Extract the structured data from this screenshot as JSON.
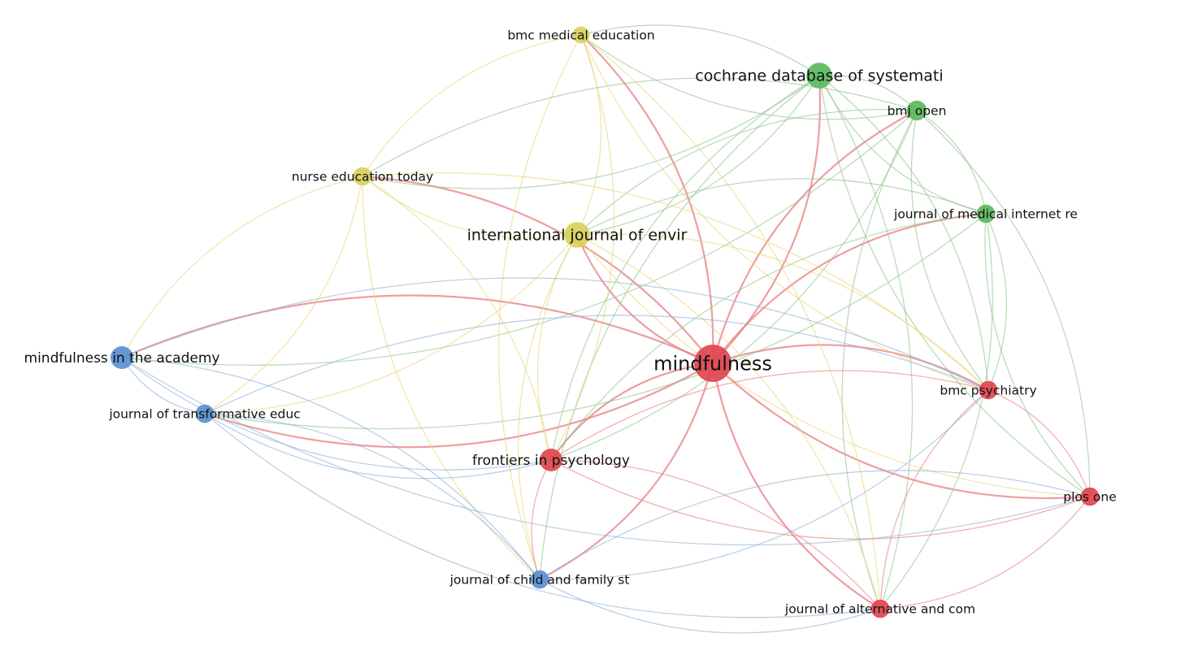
{
  "clusters": {
    "red": {
      "node": "#e0454f",
      "edge": "#e87d82"
    },
    "green": {
      "node": "#5cb85c",
      "edge": "#8cc48a"
    },
    "blue": {
      "node": "#5b8fd1",
      "edge": "#8fb0d6"
    },
    "yellow": {
      "node": "#d8d05a",
      "edge": "#e6d777"
    }
  },
  "nodes": [
    {
      "id": "mindfulness",
      "label": "mindfulness",
      "cluster": "red",
      "weight": 1.0
    },
    {
      "id": "cochrane",
      "label": "cochrane database of systemati",
      "cluster": "green",
      "weight": 0.6
    },
    {
      "id": "intljenv",
      "label": "international journal of envir",
      "cluster": "yellow",
      "weight": 0.6
    },
    {
      "id": "bmcmed",
      "label": "bmc medical education",
      "cluster": "yellow",
      "weight": 0.3
    },
    {
      "id": "bmjopen",
      "label": "bmj open",
      "cluster": "green",
      "weight": 0.4
    },
    {
      "id": "nurseedu",
      "label": "nurse education today",
      "cluster": "yellow",
      "weight": 0.35
    },
    {
      "id": "jmir",
      "label": "journal of medical internet re",
      "cluster": "green",
      "weight": 0.35
    },
    {
      "id": "academy",
      "label": "mindfulness in the academy",
      "cluster": "blue",
      "weight": 0.5
    },
    {
      "id": "transf",
      "label": "journal of transformative educ",
      "cluster": "blue",
      "weight": 0.35
    },
    {
      "id": "frontiers",
      "label": "frontiers in psychology",
      "cluster": "red",
      "weight": 0.5
    },
    {
      "id": "bmcpsy",
      "label": "bmc psychiatry",
      "cluster": "red",
      "weight": 0.35
    },
    {
      "id": "plosone",
      "label": "plos one",
      "cluster": "red",
      "weight": 0.35
    },
    {
      "id": "childfam",
      "label": "journal of child and family st",
      "cluster": "blue",
      "weight": 0.35
    },
    {
      "id": "altcom",
      "label": "journal of alternative and com",
      "cluster": "red",
      "weight": 0.35
    }
  ],
  "edges": [
    [
      "mindfulness",
      "cochrane"
    ],
    [
      "mindfulness",
      "intljenv"
    ],
    [
      "mindfulness",
      "bmcmed"
    ],
    [
      "mindfulness",
      "bmjopen"
    ],
    [
      "mindfulness",
      "nurseedu"
    ],
    [
      "mindfulness",
      "jmir"
    ],
    [
      "mindfulness",
      "academy"
    ],
    [
      "mindfulness",
      "transf"
    ],
    [
      "mindfulness",
      "frontiers"
    ],
    [
      "mindfulness",
      "bmcpsy"
    ],
    [
      "mindfulness",
      "plosone"
    ],
    [
      "mindfulness",
      "childfam"
    ],
    [
      "mindfulness",
      "altcom"
    ],
    [
      "cochrane",
      "bmjopen"
    ],
    [
      "cochrane",
      "jmir"
    ],
    [
      "cochrane",
      "intljenv"
    ],
    [
      "cochrane",
      "bmcmed"
    ],
    [
      "cochrane",
      "nurseedu"
    ],
    [
      "cochrane",
      "frontiers"
    ],
    [
      "cochrane",
      "bmcpsy"
    ],
    [
      "cochrane",
      "plosone"
    ],
    [
      "cochrane",
      "altcom"
    ],
    [
      "cochrane",
      "childfam"
    ],
    [
      "bmjopen",
      "jmir"
    ],
    [
      "bmjopen",
      "intljenv"
    ],
    [
      "bmjopen",
      "bmcmed"
    ],
    [
      "bmjopen",
      "bmcpsy"
    ],
    [
      "bmjopen",
      "plosone"
    ],
    [
      "bmjopen",
      "altcom"
    ],
    [
      "bmjopen",
      "frontiers"
    ],
    [
      "bmjopen",
      "nurseedu"
    ],
    [
      "bmjopen",
      "academy"
    ],
    [
      "jmir",
      "intljenv"
    ],
    [
      "jmir",
      "bmcpsy"
    ],
    [
      "jmir",
      "plosone"
    ],
    [
      "jmir",
      "altcom"
    ],
    [
      "jmir",
      "frontiers"
    ],
    [
      "jmir",
      "transf"
    ],
    [
      "intljenv",
      "bmcmed"
    ],
    [
      "intljenv",
      "nurseedu"
    ],
    [
      "intljenv",
      "frontiers"
    ],
    [
      "intljenv",
      "bmcpsy"
    ],
    [
      "intljenv",
      "plosone"
    ],
    [
      "intljenv",
      "altcom"
    ],
    [
      "intljenv",
      "childfam"
    ],
    [
      "intljenv",
      "transf"
    ],
    [
      "bmcmed",
      "nurseedu"
    ],
    [
      "bmcmed",
      "frontiers"
    ],
    [
      "bmcmed",
      "bmcpsy"
    ],
    [
      "bmcmed",
      "altcom"
    ],
    [
      "bmcmed",
      "childfam"
    ],
    [
      "nurseedu",
      "frontiers"
    ],
    [
      "nurseedu",
      "academy"
    ],
    [
      "nurseedu",
      "transf"
    ],
    [
      "nurseedu",
      "childfam"
    ],
    [
      "nurseedu",
      "bmcpsy"
    ],
    [
      "academy",
      "transf"
    ],
    [
      "academy",
      "childfam"
    ],
    [
      "academy",
      "frontiers"
    ],
    [
      "academy",
      "bmcpsy"
    ],
    [
      "academy",
      "plosone"
    ],
    [
      "transf",
      "childfam"
    ],
    [
      "transf",
      "frontiers"
    ],
    [
      "transf",
      "bmcpsy"
    ],
    [
      "transf",
      "altcom"
    ],
    [
      "frontiers",
      "bmcpsy"
    ],
    [
      "frontiers",
      "plosone"
    ],
    [
      "frontiers",
      "altcom"
    ],
    [
      "frontiers",
      "childfam"
    ],
    [
      "bmcpsy",
      "plosone"
    ],
    [
      "bmcpsy",
      "altcom"
    ],
    [
      "plosone",
      "altcom"
    ],
    [
      "childfam",
      "altcom"
    ],
    [
      "childfam",
      "plosone"
    ],
    [
      "childfam",
      "bmcpsy"
    ]
  ]
}
